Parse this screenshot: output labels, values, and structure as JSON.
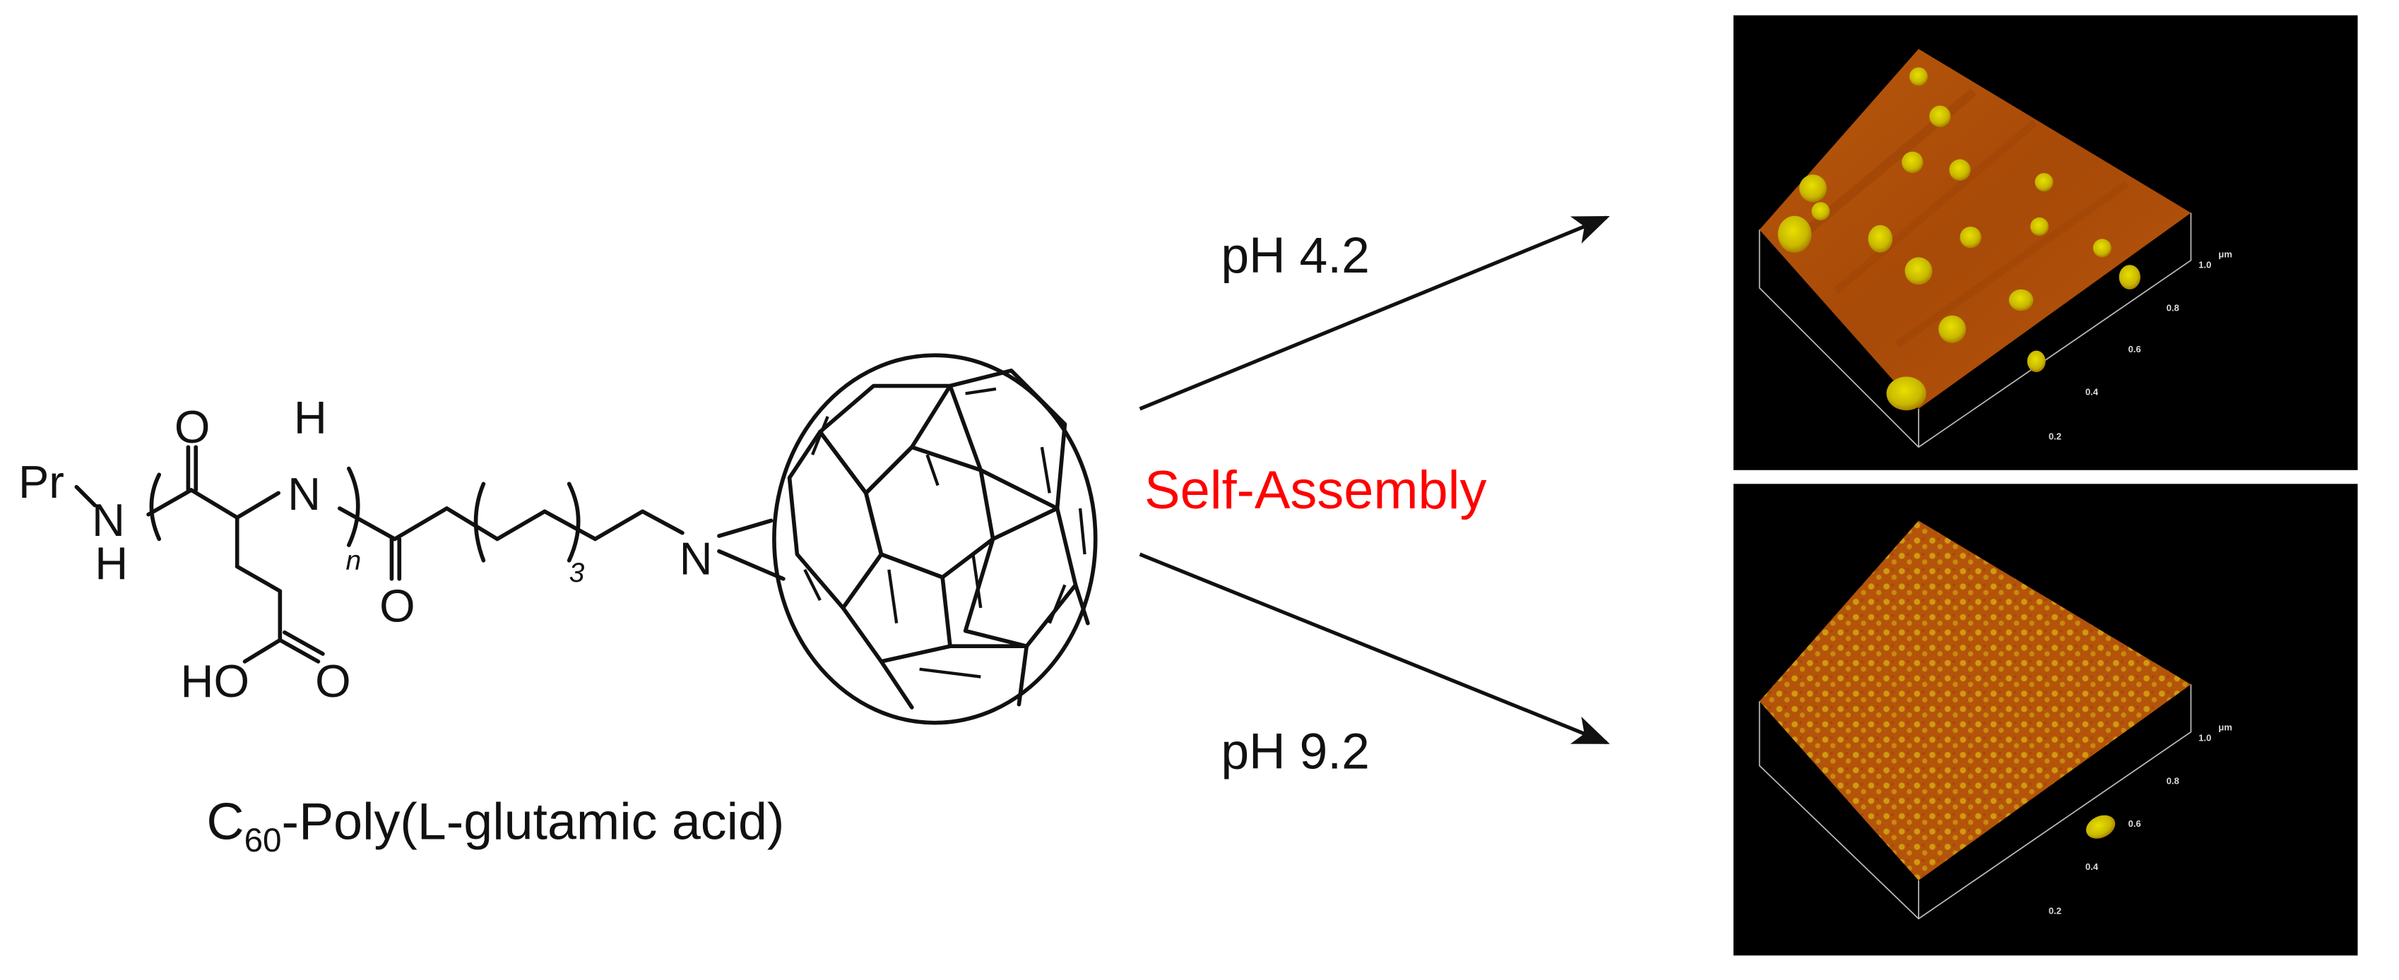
{
  "molecule": {
    "name_prefix": "C",
    "name_subscript": "60",
    "name_suffix": "-Poly(L-glutamic acid)",
    "labels": {
      "pr": "Pr",
      "nh_left_n": "N",
      "nh_left_h": "H",
      "carbonyl_o1": "O",
      "nh_mid_h": "H",
      "nh_mid_n": "N",
      "repeat_n": "n",
      "carbonyl_o2": "O",
      "repeat_3": "3",
      "aziridine_n": "N",
      "ho": "HO",
      "acid_o": "O"
    }
  },
  "process": {
    "label": "Self-Assembly",
    "label_color": "#ff0000",
    "upper_condition": "pH 4.2",
    "lower_condition": "pH 9.2"
  },
  "afm_panels": [
    {
      "condition": "pH 4.2",
      "morphology": "sparse large particles",
      "axis_ticks": [
        "0.2",
        "0.4",
        "0.6",
        "0.8",
        "1.0"
      ],
      "axis_unit": "μm",
      "surface_color": "#b5520a",
      "particle_color": "#d9c800"
    },
    {
      "condition": "pH 9.2",
      "morphology": "dense small particles",
      "axis_ticks": [
        "0.2",
        "0.4",
        "0.6",
        "0.8",
        "1.0"
      ],
      "axis_unit": "μm",
      "surface_color": "#b8520a",
      "particle_color": "#d0b000"
    }
  ]
}
